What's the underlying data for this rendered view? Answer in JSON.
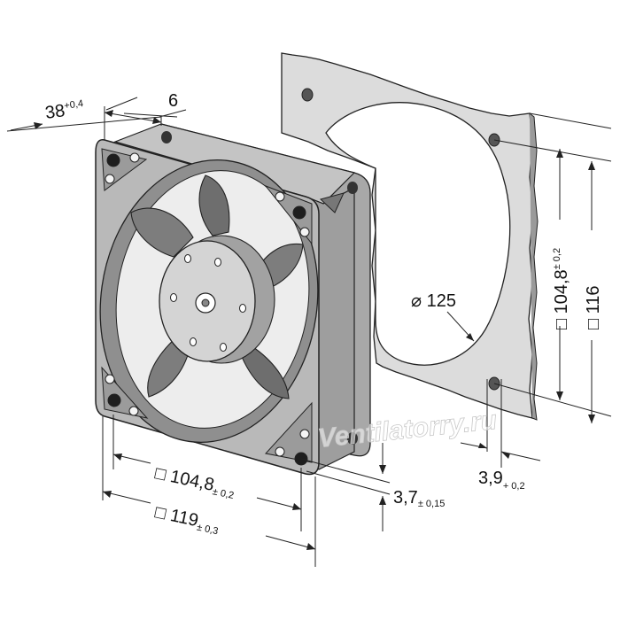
{
  "dimensions": {
    "depth": {
      "value": "38",
      "tol": "+0,4"
    },
    "flange": {
      "value": "6"
    },
    "hole_spacing_face": {
      "value": "□ 104,8",
      "tol": "± 0,2"
    },
    "frame_size_face": {
      "value": "□ 119",
      "tol": "± 0,3"
    },
    "hole_diameter": {
      "value": "3,7",
      "tol": "± 0,15"
    },
    "cutout_diameter": {
      "value": "⌀ 125"
    },
    "panel_hole_spacing": {
      "value": "□ 104,8",
      "tol": "± 0,2"
    },
    "panel_size": {
      "value": "□ 116"
    },
    "panel_hole_diameter": {
      "value": "3,9",
      "tol": "+ 0,2"
    }
  },
  "watermark": "Ventilatorry.ru",
  "colors": {
    "frame": "#b9b9b9",
    "frame_dark": "#8f8f8f",
    "blade": "#7d7d7d",
    "hub": "#d4d4d4",
    "panel": "#dcdcdc",
    "line": "#222222"
  }
}
